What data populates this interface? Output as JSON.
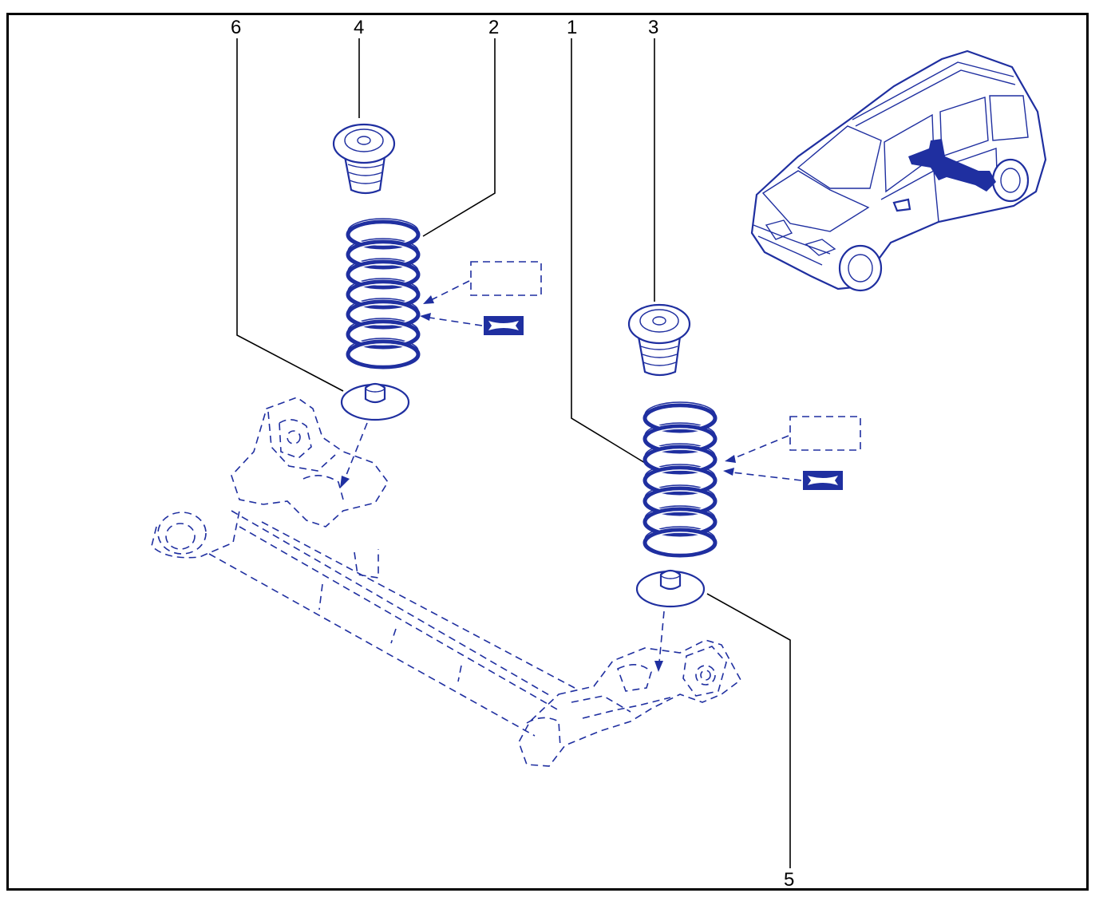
{
  "colors": {
    "line_blue": "#1f2fa0",
    "frame": "#000000",
    "background": "#ffffff"
  },
  "callouts": {
    "c1": "1",
    "c2": "2",
    "c3": "3",
    "c4": "4",
    "c5": "5",
    "c6": "6"
  },
  "icons": {
    "vehicle": "vehicle-location-icon",
    "torque_frame": "dashed-note-box",
    "specification_symbol": "spec-symbol-icon"
  }
}
